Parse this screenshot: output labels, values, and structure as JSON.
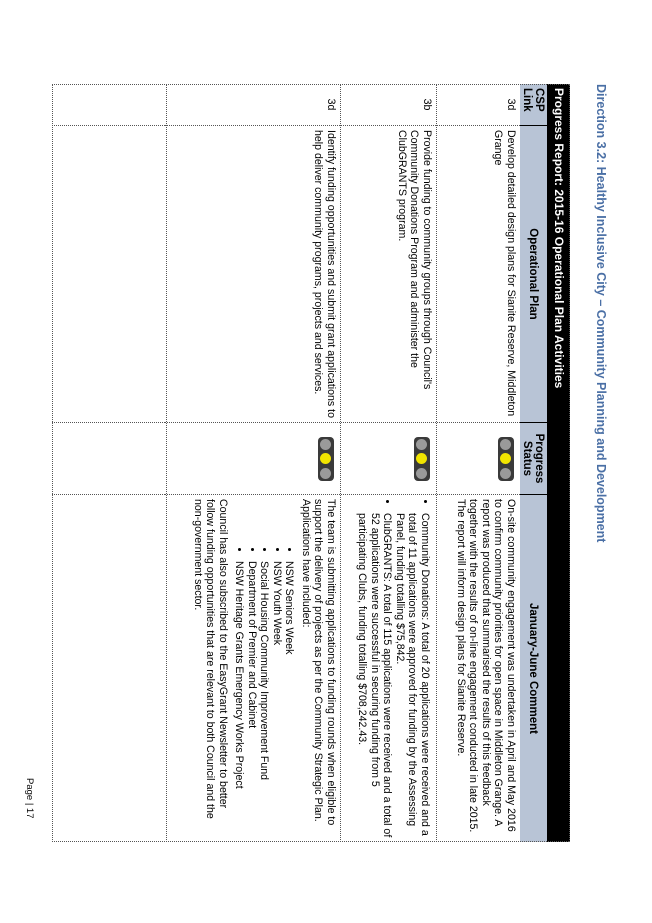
{
  "page_title": "Direction 3.2: Healthy Inclusive City – Community Planning and Development",
  "table": {
    "banner": "Progress Report: 2015-16 Operational Plan Activities",
    "headers": {
      "csp": "CSP Link",
      "plan": "Operational Plan",
      "status": "Progress Status",
      "comment": "January-June Comment"
    },
    "rows": [
      {
        "csp": "3d",
        "plan": "Develop detailed design plans for Sianite Reserve, Middleton Grange",
        "status_color": "#f1e400",
        "comment": "On-site community engagement was undertaken in April and May 2016 to confirm community priorities for open space in Middleton Grange. A report was produced that summarised the results of this feedback together with the results of on-line engagement conducted in late 2015. The report will inform design plans for Sianite Reserve."
      },
      {
        "csp": "3b",
        "plan": "Provide funding to community groups through Council's Community Donations Program and administer the ClubGRANTS program.",
        "status_color": "#f1e400",
        "bullets": [
          "Community Donations: A total of 20 applications were received and a total of 11 applications were approved for funding by the Assessing Panel, funding totalling $75,842.",
          "ClubGRANTS: A total of 115 applications were received and a total of 52 applications were successful in securing funding from 5 participating Clubs, funding totalling $708,242.43."
        ]
      },
      {
        "csp": "3d",
        "plan": "Identify funding opportunities and submit grant applications to help deliver community programs, projects and services.",
        "status_color": "#f1e400",
        "intro": "The team is submitting applications to funding rounds when eligible to support the delivery of projects as per the Community Strategic Plan. Applications have included:",
        "sub_bullets": [
          "NSW Seniors Week",
          "NSW Youth Week",
          "Social Housing Community Improvement Fund",
          "Department of Premier and Cabinet",
          "NSW Heritage Grants Emergency Works Project"
        ],
        "outro": "Council has also subscribed to the EasyGrant Newsletter to better follow funding opportunities that are relevant to both Council and the non-government sector."
      }
    ]
  },
  "page_number": "Page | 17"
}
